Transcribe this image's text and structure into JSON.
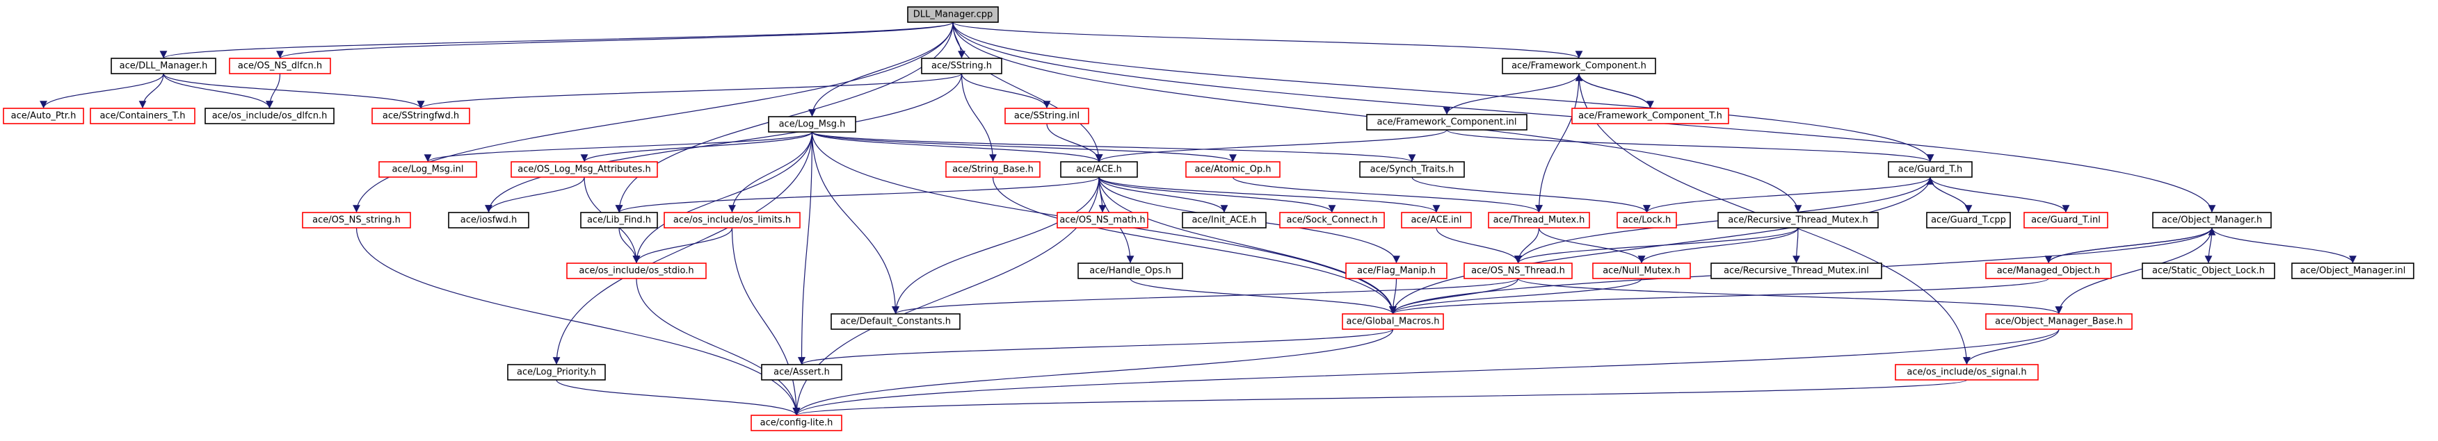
{
  "graph": {
    "root": "DLL_Manager.cpp",
    "colors": {
      "edge": "#191970",
      "documented_border": "#000000",
      "undocumented_border": "#ff0000",
      "root_fill": "#bfbfbf"
    },
    "nodes": [
      {
        "id": "root",
        "label": "DLL_Manager.cpp",
        "style": "root"
      },
      {
        "id": "dllmgr",
        "label": "ace/DLL_Manager.h",
        "style": "doc"
      },
      {
        "id": "osdlfcn",
        "label": "ace/OS_NS_dlfcn.h",
        "style": "nodoc"
      },
      {
        "id": "sstring",
        "label": "ace/SString.h",
        "style": "doc"
      },
      {
        "id": "fwcomp",
        "label": "ace/Framework_Component.h",
        "style": "doc"
      },
      {
        "id": "autoptr",
        "label": "ace/Auto_Ptr.h",
        "style": "nodoc"
      },
      {
        "id": "containers",
        "label": "ace/Containers_T.h",
        "style": "nodoc"
      },
      {
        "id": "osincdlfcn",
        "label": "ace/os_include/os_dlfcn.h",
        "style": "doc"
      },
      {
        "id": "sstringfwd",
        "label": "ace/SStringfwd.h",
        "style": "nodoc"
      },
      {
        "id": "sstringinl",
        "label": "ace/SString.inl",
        "style": "nodoc"
      },
      {
        "id": "fwcompinl",
        "label": "ace/Framework_Component.inl",
        "style": "doc"
      },
      {
        "id": "fwcompt",
        "label": "ace/Framework_Component_T.h",
        "style": "nodoc"
      },
      {
        "id": "logmsg",
        "label": "ace/Log_Msg.h",
        "style": "doc"
      },
      {
        "id": "logmsginl",
        "label": "ace/Log_Msg.inl",
        "style": "nodoc"
      },
      {
        "id": "oslogmsg",
        "label": "ace/OS_Log_Msg_Attributes.h",
        "style": "nodoc"
      },
      {
        "id": "stringbase",
        "label": "ace/String_Base.h",
        "style": "nodoc"
      },
      {
        "id": "ace",
        "label": "ace/ACE.h",
        "style": "doc"
      },
      {
        "id": "atomicop",
        "label": "ace/Atomic_Op.h",
        "style": "nodoc"
      },
      {
        "id": "synchtraits",
        "label": "ace/Synch_Traits.h",
        "style": "doc"
      },
      {
        "id": "guardt",
        "label": "ace/Guard_T.h",
        "style": "doc"
      },
      {
        "id": "objmgr",
        "label": "ace/Object_Manager.h",
        "style": "doc"
      },
      {
        "id": "osnsstring",
        "label": "ace/OS_NS_string.h",
        "style": "nodoc"
      },
      {
        "id": "iosfwd",
        "label": "ace/iosfwd.h",
        "style": "doc"
      },
      {
        "id": "libfind",
        "label": "ace/Lib_Find.h",
        "style": "doc"
      },
      {
        "id": "oslimits",
        "label": "ace/os_include/os_limits.h",
        "style": "nodoc"
      },
      {
        "id": "osnsmath",
        "label": "ace/OS_NS_math.h",
        "style": "nodoc"
      },
      {
        "id": "initace",
        "label": "ace/Init_ACE.h",
        "style": "doc"
      },
      {
        "id": "sockconnect",
        "label": "ace/Sock_Connect.h",
        "style": "nodoc"
      },
      {
        "id": "aceinl",
        "label": "ace/ACE.inl",
        "style": "nodoc"
      },
      {
        "id": "threadmutex",
        "label": "ace/Thread_Mutex.h",
        "style": "nodoc"
      },
      {
        "id": "lock",
        "label": "ace/Lock.h",
        "style": "nodoc"
      },
      {
        "id": "recthreadmutex",
        "label": "ace/Recursive_Thread_Mutex.h",
        "style": "doc"
      },
      {
        "id": "guardtcpp",
        "label": "ace/Guard_T.cpp",
        "style": "doc"
      },
      {
        "id": "guardtinl",
        "label": "ace/Guard_T.inl",
        "style": "nodoc"
      },
      {
        "id": "osstdio",
        "label": "ace/os_include/os_stdio.h",
        "style": "nodoc"
      },
      {
        "id": "handleops",
        "label": "ace/Handle_Ops.h",
        "style": "doc"
      },
      {
        "id": "flagmanip",
        "label": "ace/Flag_Manip.h",
        "style": "nodoc"
      },
      {
        "id": "osnsthread",
        "label": "ace/OS_NS_Thread.h",
        "style": "nodoc"
      },
      {
        "id": "nullmutex",
        "label": "ace/Null_Mutex.h",
        "style": "nodoc"
      },
      {
        "id": "recthreadmutexinl",
        "label": "ace/Recursive_Thread_Mutex.inl",
        "style": "doc"
      },
      {
        "id": "managedobj",
        "label": "ace/Managed_Object.h",
        "style": "nodoc"
      },
      {
        "id": "staticobjlock",
        "label": "ace/Static_Object_Lock.h",
        "style": "doc"
      },
      {
        "id": "objmgrinl",
        "label": "ace/Object_Manager.inl",
        "style": "doc"
      },
      {
        "id": "defconst",
        "label": "ace/Default_Constants.h",
        "style": "doc"
      },
      {
        "id": "globalmacros",
        "label": "ace/Global_Macros.h",
        "style": "nodoc"
      },
      {
        "id": "objmgrbase",
        "label": "ace/Object_Manager_Base.h",
        "style": "nodoc"
      },
      {
        "id": "logpriority",
        "label": "ace/Log_Priority.h",
        "style": "doc"
      },
      {
        "id": "assert",
        "label": "ace/Assert.h",
        "style": "doc"
      },
      {
        "id": "ossignal",
        "label": "ace/os_include/os_signal.h",
        "style": "nodoc"
      },
      {
        "id": "configlite",
        "label": "ace/config-lite.h",
        "style": "nodoc"
      }
    ]
  }
}
